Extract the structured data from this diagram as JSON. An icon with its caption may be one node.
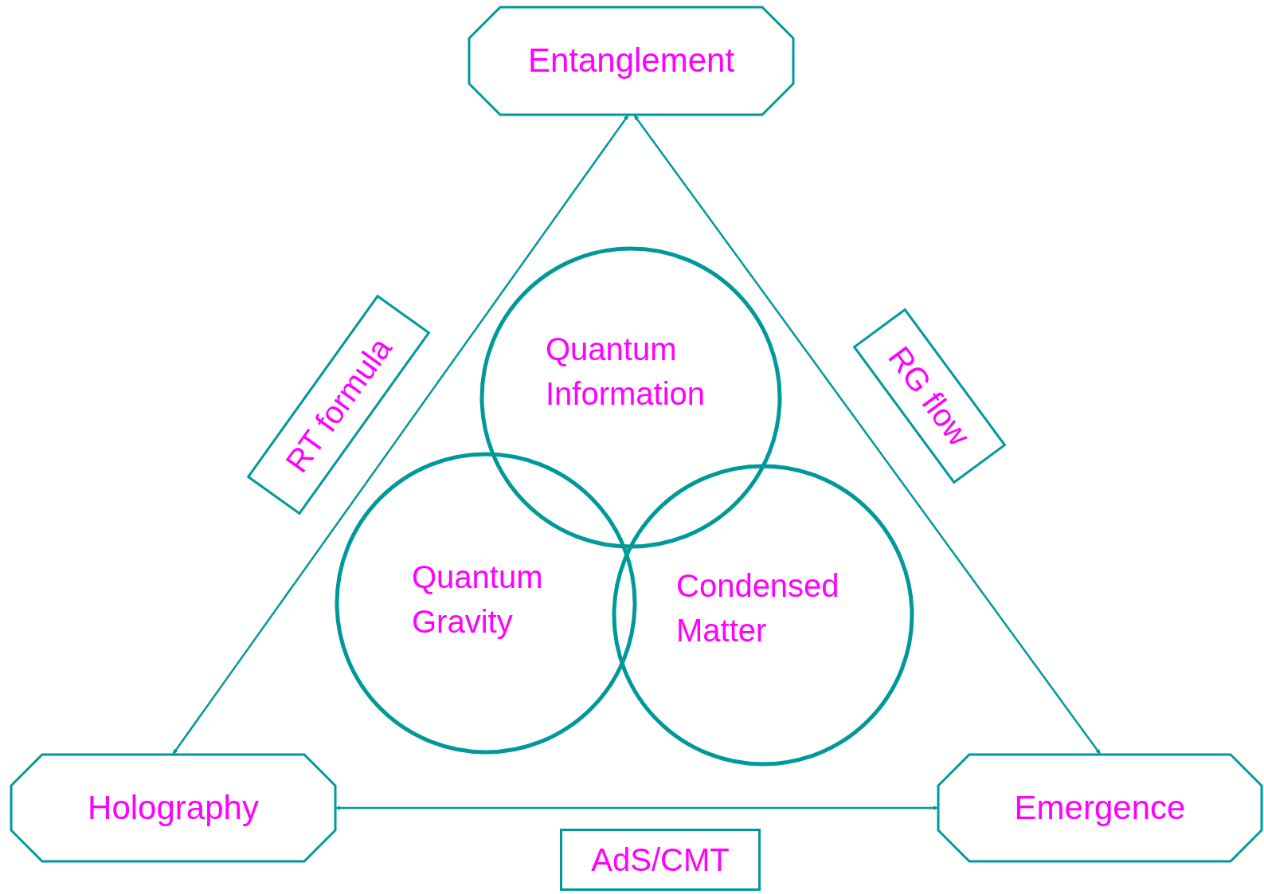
{
  "diagram": {
    "nodes": [
      {
        "text": [
          "Entanglement"
        ]
      },
      {
        "text": [
          "Quantum Information"
        ]
      },
      {
        "text": [
          "Quantum Gravity"
        ]
      },
      {
        "text": [
          "Condensed Matter"
        ]
      },
      {
        "text": [
          "Holography"
        ]
      },
      {
        "text": [
          "Emergence"
        ]
      }
    ],
    "edges": [
      {
        "from": 0,
        "to": 4,
        "arrow": "both",
        "label": "RT formula"
      },
      {
        "from": 0,
        "to": 5,
        "arrow": "both",
        "label": "RG flow"
      },
      {
        "from": 4,
        "to": 5,
        "arrow": "both",
        "label": "AdS/CMT"
      }
    ]
  }
}
